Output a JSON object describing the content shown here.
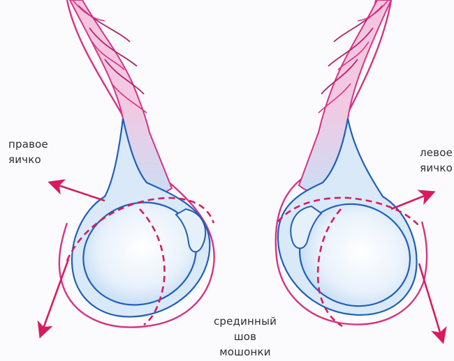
{
  "labels": {
    "right_testis": [
      "правое",
      "яичко"
    ],
    "left_testis": [
      "левое",
      "яичко"
    ],
    "median_raphe": [
      "срединный",
      "шов",
      "мошонки"
    ]
  },
  "colors": {
    "scrotum_outline": "#d63384",
    "testis_outline": "#1f5fb8",
    "testis_fill": "#cfe3f7",
    "cord_fill": "#f3b8d8",
    "dashed_axis": "#d81b60",
    "arrow": "#d81b60"
  }
}
